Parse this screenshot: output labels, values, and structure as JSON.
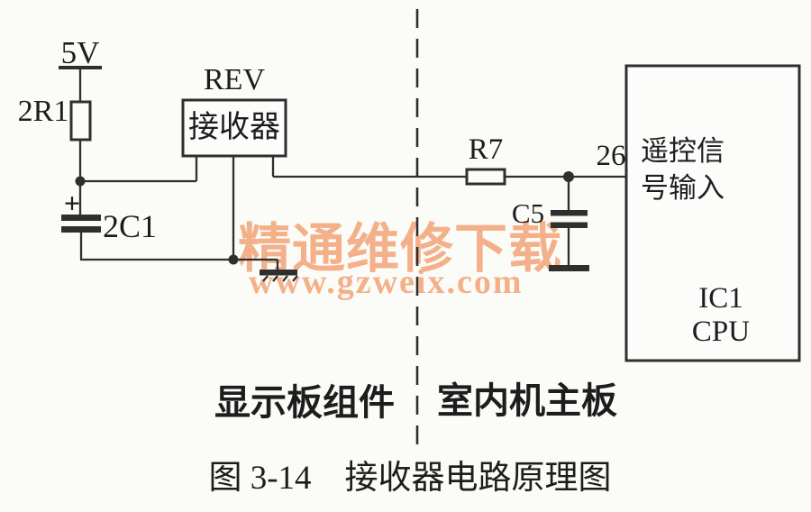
{
  "schematic": {
    "power_label": "5V",
    "resistor_r1_label": "2R1",
    "capacitor_c1_label": "2C1",
    "capacitor_c1_polarity": "+",
    "receiver_ref": "REV",
    "receiver_name": "接收器",
    "resistor_r7_label": "R7",
    "capacitor_c5_label": "C5",
    "cpu_pin_number": "26",
    "cpu_pin_function_line1": "遥控信",
    "cpu_pin_function_line2": "号输入",
    "ic_ref": "IC1",
    "ic_name": "CPU"
  },
  "sections": {
    "left_label": "显示板组件",
    "right_label": "室内机主板"
  },
  "caption": "图 3-14　接收器电路原理图",
  "watermark": {
    "line1": "精通维修下载",
    "line2": "www.gzweix.com",
    "color": "#f2a476"
  },
  "colors": {
    "line": "#2f2f2f",
    "background": "#fbfbf8"
  }
}
